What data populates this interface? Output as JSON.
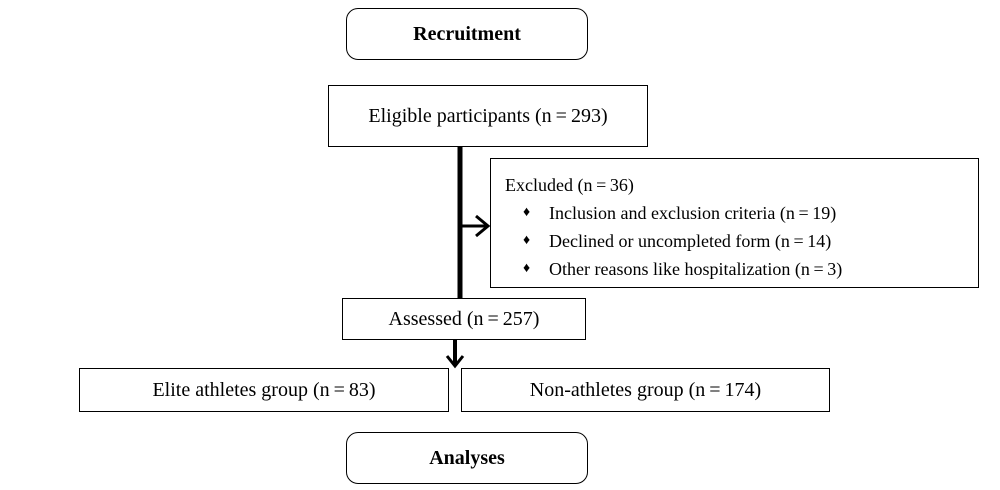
{
  "recruitment": {
    "label": "Recruitment"
  },
  "eligible": {
    "label": "Eligible participants (n = 293)"
  },
  "excluded": {
    "title": "Excluded (n = 36)",
    "items": [
      {
        "bullet": "♦",
        "text": "Inclusion and exclusion criteria (n = 19)"
      },
      {
        "bullet": "♦",
        "text": "Declined or uncompleted form (n = 14)"
      },
      {
        "bullet": "♦",
        "text": "Other reasons like hospitalization (n = 3)"
      }
    ]
  },
  "assessed": {
    "label": "Assessed (n = 257)"
  },
  "groups": {
    "elite": "Elite athletes group (n = 83)",
    "non_athletes": "Non-athletes group (n = 174)"
  },
  "analyses": {
    "label": "Analyses"
  }
}
